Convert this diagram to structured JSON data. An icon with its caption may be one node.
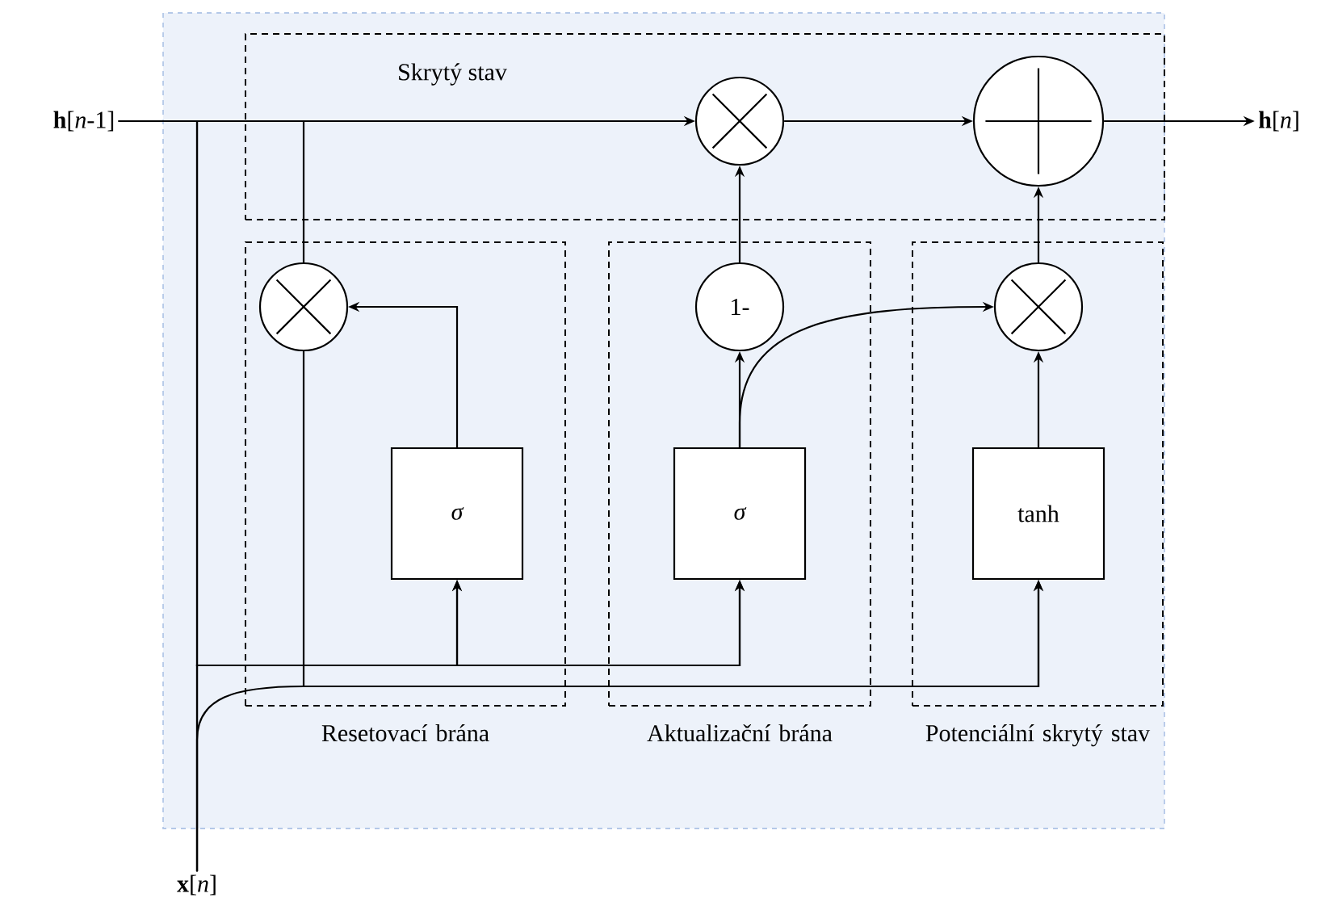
{
  "diagram": {
    "nodes": [
      {
        "text": [
          "**h**[*n*-1]"
        ]
      },
      {
        "text": [
          "Skrytý stav"
        ]
      },
      {
        "text": [],
        "shape": "circle",
        "in": 1
      },
      {
        "text": [],
        "shape": "circle",
        "in": 1
      },
      {
        "text": [
          "**h**[*n*]"
        ]
      },
      {
        "text": [
          "Resetovací brána"
        ]
      },
      {
        "text": [],
        "shape": "circle",
        "in": 5
      },
      {
        "text": [
          "σ"
        ],
        "in": 5
      },
      {
        "text": [
          "Aktualizační brána"
        ]
      },
      {
        "text": [
          "1-"
        ],
        "in": 8
      },
      {
        "text": [
          "σ"
        ],
        "in": 8
      },
      {
        "text": [
          "Potenciální skrytý stav"
        ]
      },
      {
        "text": [],
        "shape": "circle",
        "in": 11
      },
      {
        "text": [
          "tanh"
        ],
        "in": 11
      },
      {
        "text": [
          "**x**[*n*]"
        ]
      }
    ],
    "edges": [
      {
        "from": 0,
        "to": 2,
        "arrow": "to"
      },
      {
        "from": 0,
        "to": 6,
        "arrow": "none"
      },
      {
        "from": 0,
        "to": 7,
        "arrow": "to"
      },
      {
        "from": 0,
        "to": 10,
        "arrow": "to"
      },
      {
        "from": 14,
        "to": 7,
        "arrow": "to"
      },
      {
        "from": 14,
        "to": 10,
        "arrow": "to"
      },
      {
        "from": 14,
        "to": 13,
        "arrow": "to"
      },
      {
        "from": 7,
        "to": 6,
        "arrow": "to"
      },
      {
        "from": 6,
        "to": 13,
        "arrow": "to"
      },
      {
        "from": 10,
        "to": 9,
        "arrow": "to"
      },
      {
        "from": 9,
        "to": 2,
        "arrow": "to"
      },
      {
        "from": 10,
        "to": 12,
        "arrow": "to"
      },
      {
        "from": 13,
        "to": 12,
        "arrow": "to"
      },
      {
        "from": 2,
        "to": 3,
        "arrow": "to"
      },
      {
        "from": 12,
        "to": 3,
        "arrow": "to"
      },
      {
        "from": 3,
        "to": 4,
        "arrow": "to"
      }
    ]
  }
}
